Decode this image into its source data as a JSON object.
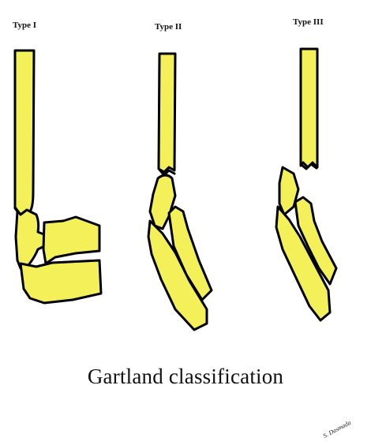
{
  "figure": {
    "types": [
      {
        "label": "Type I"
      },
      {
        "label": "Type II"
      },
      {
        "label": "Type III"
      }
    ],
    "caption": "Gartland classification",
    "signature": "S. Dasmada"
  },
  "colors": {
    "bone_fill": "#f3f05a",
    "outline": "#000000",
    "background": "#ffffff"
  }
}
